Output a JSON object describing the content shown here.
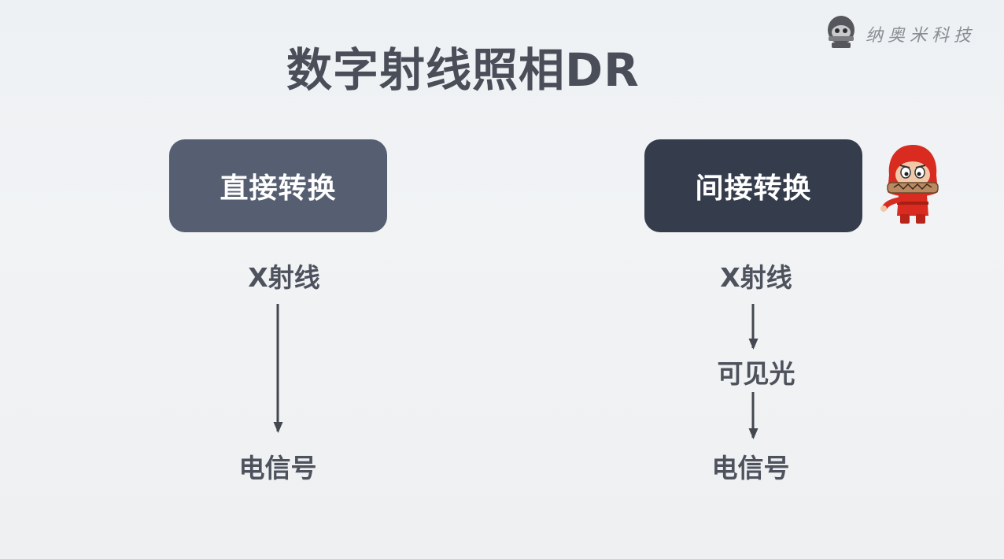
{
  "brand": {
    "logo_icon": "ninja-mask-logo-icon",
    "name": "纳奥米科技"
  },
  "title": "数字射线照相DR",
  "columns": [
    {
      "heading": "直接转换",
      "steps": [
        "X射线",
        "电信号"
      ]
    },
    {
      "heading": "间接转换",
      "steps": [
        "X射线",
        "可见光",
        "电信号"
      ]
    }
  ],
  "mascot_icon": "red-ninja-mascot-icon",
  "colors": {
    "box_left": "#565e72",
    "box_right": "#353c4b",
    "text": "#4a4e59",
    "arrow": "#43474f",
    "mascot_red": "#d92b1f"
  }
}
